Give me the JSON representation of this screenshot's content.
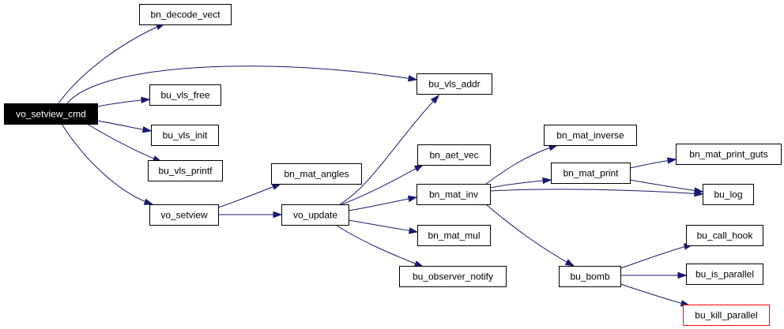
{
  "colors": {
    "edge": "#191970",
    "node_border": "#000000",
    "node_fill": "#ffffff",
    "root_fill": "#000000",
    "root_text": "#ffffff",
    "truncated_border": "#ff0000"
  },
  "nodes": [
    {
      "id": "vo_setview_cmd",
      "label": "vo_setview_cmd",
      "kind": "root"
    },
    {
      "id": "bn_decode_vect",
      "label": "bn_decode_vect",
      "kind": "normal"
    },
    {
      "id": "bu_vls_addr",
      "label": "bu_vls_addr",
      "kind": "normal"
    },
    {
      "id": "bu_vls_free",
      "label": "bu_vls_free",
      "kind": "normal"
    },
    {
      "id": "bu_vls_init",
      "label": "bu_vls_init",
      "kind": "normal"
    },
    {
      "id": "bu_vls_printf",
      "label": "bu_vls_printf",
      "kind": "normal"
    },
    {
      "id": "vo_setview",
      "label": "vo_setview",
      "kind": "normal"
    },
    {
      "id": "bn_mat_angles",
      "label": "bn_mat_angles",
      "kind": "normal"
    },
    {
      "id": "vo_update",
      "label": "vo_update",
      "kind": "normal"
    },
    {
      "id": "bn_aet_vec",
      "label": "bn_aet_vec",
      "kind": "normal"
    },
    {
      "id": "bn_mat_inv",
      "label": "bn_mat_inv",
      "kind": "normal"
    },
    {
      "id": "bn_mat_mul",
      "label": "bn_mat_mul",
      "kind": "normal"
    },
    {
      "id": "bu_observer_notify",
      "label": "bu_observer_notify",
      "kind": "normal"
    },
    {
      "id": "bn_mat_inverse",
      "label": "bn_mat_inverse",
      "kind": "normal"
    },
    {
      "id": "bn_mat_print",
      "label": "bn_mat_print",
      "kind": "normal"
    },
    {
      "id": "bu_bomb",
      "label": "bu_bomb",
      "kind": "normal"
    },
    {
      "id": "bn_mat_print_guts",
      "label": "bn_mat_print_guts",
      "kind": "normal"
    },
    {
      "id": "bu_log",
      "label": "bu_log",
      "kind": "normal"
    },
    {
      "id": "bu_call_hook",
      "label": "bu_call_hook",
      "kind": "normal"
    },
    {
      "id": "bu_is_parallel",
      "label": "bu_is_parallel",
      "kind": "normal"
    },
    {
      "id": "bu_kill_parallel",
      "label": "bu_kill_parallel",
      "kind": "truncated"
    }
  ],
  "edges": [
    {
      "from": "vo_setview_cmd",
      "to": "bn_decode_vect"
    },
    {
      "from": "vo_setview_cmd",
      "to": "bu_vls_addr"
    },
    {
      "from": "vo_setview_cmd",
      "to": "bu_vls_free"
    },
    {
      "from": "vo_setview_cmd",
      "to": "bu_vls_init"
    },
    {
      "from": "vo_setview_cmd",
      "to": "bu_vls_printf"
    },
    {
      "from": "vo_setview_cmd",
      "to": "vo_setview"
    },
    {
      "from": "vo_setview",
      "to": "bn_mat_angles"
    },
    {
      "from": "vo_setview",
      "to": "vo_update"
    },
    {
      "from": "vo_update",
      "to": "bu_vls_addr"
    },
    {
      "from": "vo_update",
      "to": "bn_aet_vec"
    },
    {
      "from": "vo_update",
      "to": "bn_mat_inv"
    },
    {
      "from": "vo_update",
      "to": "bn_mat_mul"
    },
    {
      "from": "vo_update",
      "to": "bu_observer_notify"
    },
    {
      "from": "bn_mat_inv",
      "to": "bn_mat_inverse"
    },
    {
      "from": "bn_mat_inv",
      "to": "bn_mat_print"
    },
    {
      "from": "bn_mat_inv",
      "to": "bu_log"
    },
    {
      "from": "bn_mat_inv",
      "to": "bu_bomb"
    },
    {
      "from": "bn_mat_print",
      "to": "bn_mat_print_guts"
    },
    {
      "from": "bn_mat_print",
      "to": "bu_log"
    },
    {
      "from": "bu_bomb",
      "to": "bu_call_hook"
    },
    {
      "from": "bu_bomb",
      "to": "bu_is_parallel"
    },
    {
      "from": "bu_bomb",
      "to": "bu_kill_parallel"
    }
  ]
}
